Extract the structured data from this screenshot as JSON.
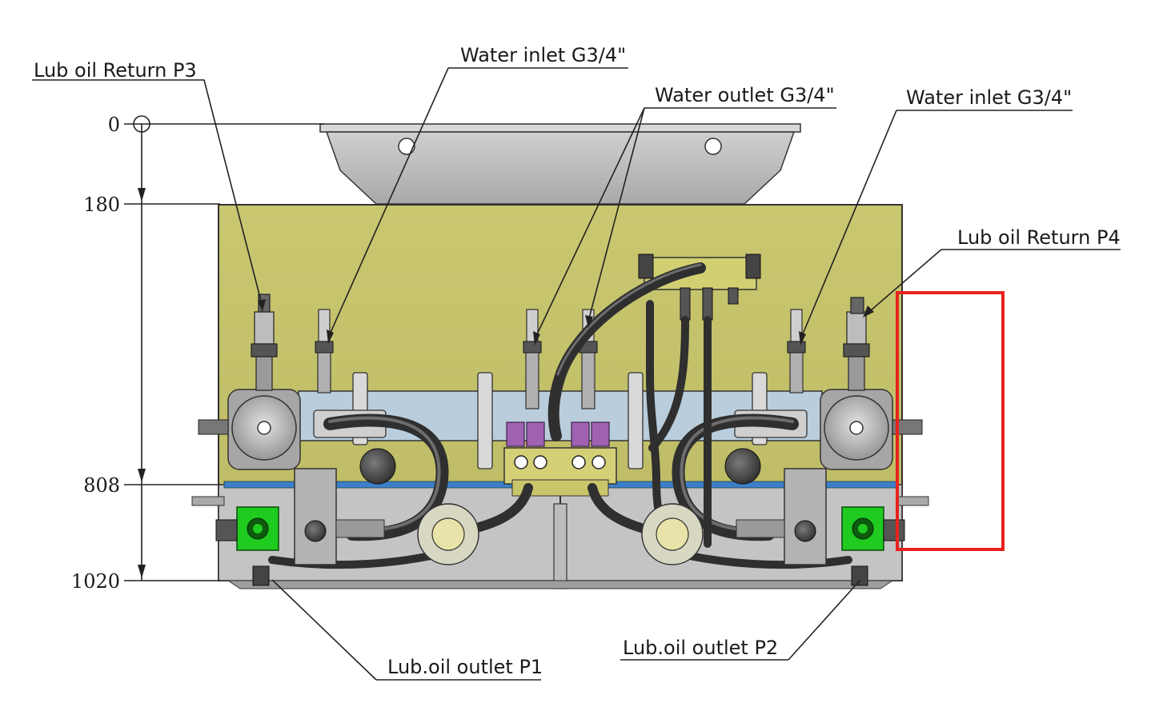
{
  "callouts": {
    "lub_oil_return_p3": "Lub oil Return P3",
    "water_inlet_left": "Water inlet G3/4\"",
    "water_outlet": "Water outlet G3/4\"",
    "water_inlet_right": "Water inlet G3/4\"",
    "lub_oil_return_p4": "Lub oil Return P4",
    "lub_oil_outlet_p1": "Lub.oil outlet P1",
    "lub_oil_outlet_p2": "Lub.oil outlet P2"
  },
  "dimensions": {
    "d0": "0",
    "d180": "180",
    "d808": "808",
    "d1020": "1020"
  },
  "colors": {
    "tank_body": "#c6c46b",
    "sheet_metal": "#bdbdbd",
    "valve_green": "#1ec81e",
    "connector_purple": "#9c5cb0",
    "band_blue": "#aec6d8",
    "highlight_red": "#e8221d"
  }
}
